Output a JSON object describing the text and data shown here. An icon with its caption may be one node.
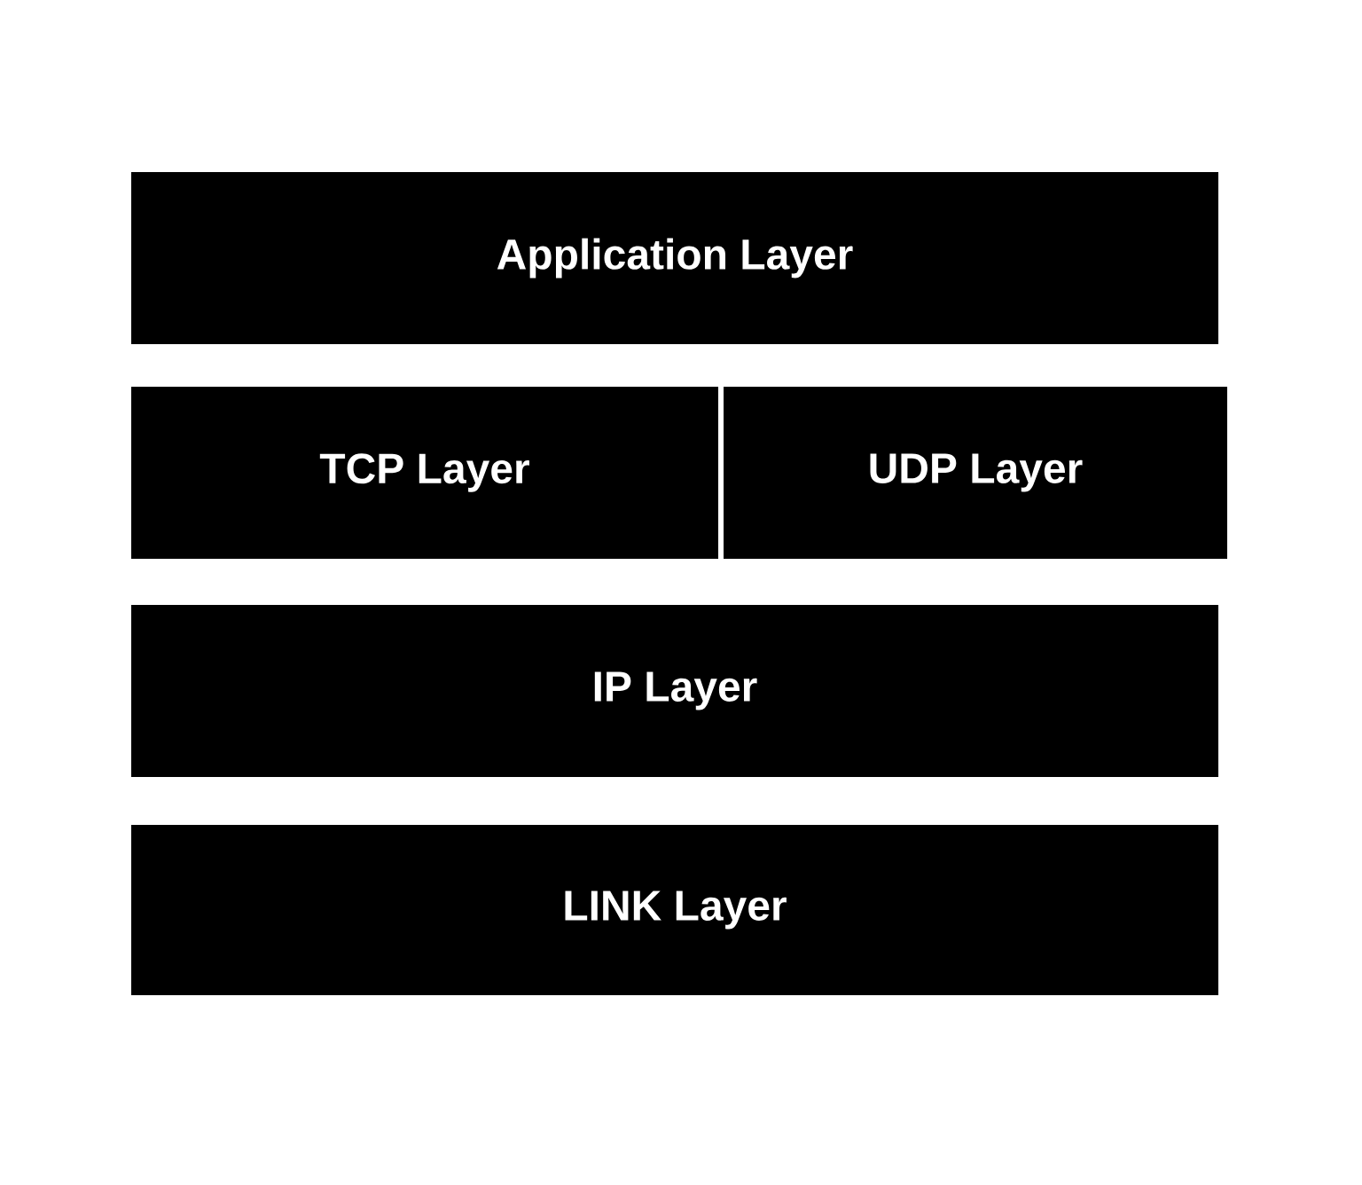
{
  "diagram": {
    "nodes": [
      {
        "text": [
          "Application Layer"
        ]
      },
      {
        "text": [
          "TCP Layer"
        ]
      },
      {
        "text": [
          "UDP Layer"
        ]
      },
      {
        "text": [
          "IP Layer"
        ]
      },
      {
        "text": [
          "LINK Layer"
        ]
      }
    ]
  }
}
